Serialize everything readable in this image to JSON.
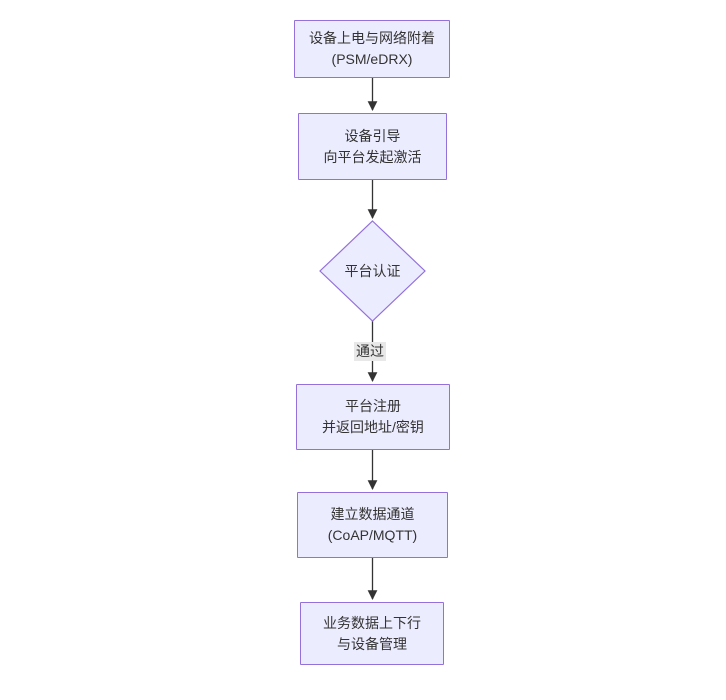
{
  "diagram": {
    "type": "flowchart",
    "direction": "top-down",
    "colors": {
      "node_fill": "#ECECFF",
      "node_border": "#9370DB",
      "arrow": "#333333",
      "text": "#333333",
      "edge_label_bg": "#e8e8e8",
      "background": "#ffffff"
    },
    "nodes": [
      {
        "id": "power-network-attach",
        "shape": "rect",
        "lines": [
          "设备上电与网络附着",
          "(PSM/eDRX)"
        ]
      },
      {
        "id": "device-bootstrap",
        "shape": "rect",
        "lines": [
          "设备引导",
          "向平台发起激活"
        ]
      },
      {
        "id": "platform-auth",
        "shape": "diamond",
        "lines": [
          "平台认证"
        ]
      },
      {
        "id": "platform-register",
        "shape": "rect",
        "lines": [
          "平台注册",
          "并返回地址/密钥"
        ]
      },
      {
        "id": "data-channel",
        "shape": "rect",
        "lines": [
          "建立数据通道",
          "(CoAP/MQTT)"
        ]
      },
      {
        "id": "business-data",
        "shape": "rect",
        "lines": [
          "业务数据上下行",
          "与设备管理"
        ]
      }
    ],
    "edges": [
      {
        "from": "power-network-attach",
        "to": "device-bootstrap",
        "label": ""
      },
      {
        "from": "device-bootstrap",
        "to": "platform-auth",
        "label": ""
      },
      {
        "from": "platform-auth",
        "to": "platform-register",
        "label": "通过"
      },
      {
        "from": "platform-register",
        "to": "data-channel",
        "label": ""
      },
      {
        "from": "data-channel",
        "to": "business-data",
        "label": ""
      }
    ]
  }
}
